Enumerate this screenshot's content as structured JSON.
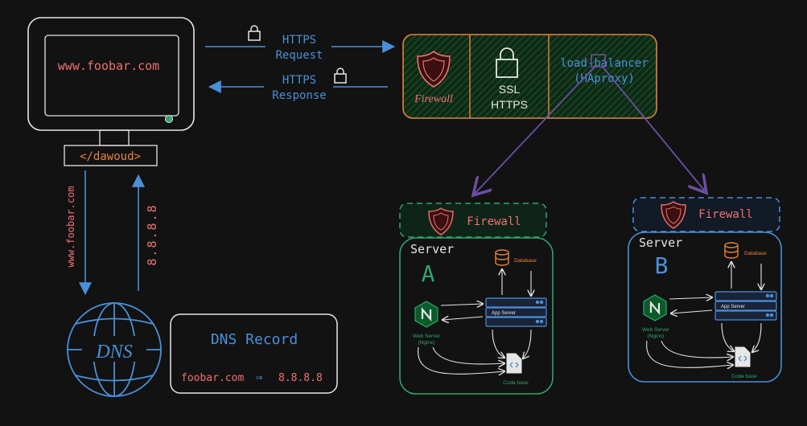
{
  "client": {
    "url": "www.foobar.com",
    "label": "</dawoud>"
  },
  "https_request": {
    "line1": "HTTPS",
    "line2": "Request"
  },
  "https_response": {
    "line1": "HTTPS",
    "line2": "Response"
  },
  "edge": {
    "firewall": "Firewall",
    "ssl_line1": "SSL",
    "ssl_line2": "HTTPS",
    "lb_line1": "load-balancer",
    "lb_line2": "(HAproxy)"
  },
  "dns_query": "www.foobar.com",
  "dns_answer": "8.8.8.8",
  "dns": {
    "label": "DNS"
  },
  "dns_record": {
    "title": "DNS Record",
    "domain": "foobar.com",
    "arrow": "⇒",
    "ip": "8.8.8.8"
  },
  "server_a": {
    "firewall": "Firewall",
    "title": "Server",
    "letter": "A",
    "database": "Database",
    "app_server": "App Server",
    "web_server_line1": "Web Server",
    "web_server_line2": "(Nginx)",
    "code_base": "Code base"
  },
  "server_b": {
    "firewall": "Firewall",
    "title": "Server",
    "letter": "B",
    "database": "Database",
    "app_server": "App Server",
    "web_server_line1": "Web Server",
    "web_server_line2": "(Nginx)",
    "code_base": "Code base"
  },
  "colors": {
    "blue": "#4a90d9",
    "red": "#f07070",
    "orange": "#e8823a",
    "green": "#2fa56c",
    "purple": "#6a4fa0",
    "white": "#e6e6e6"
  }
}
